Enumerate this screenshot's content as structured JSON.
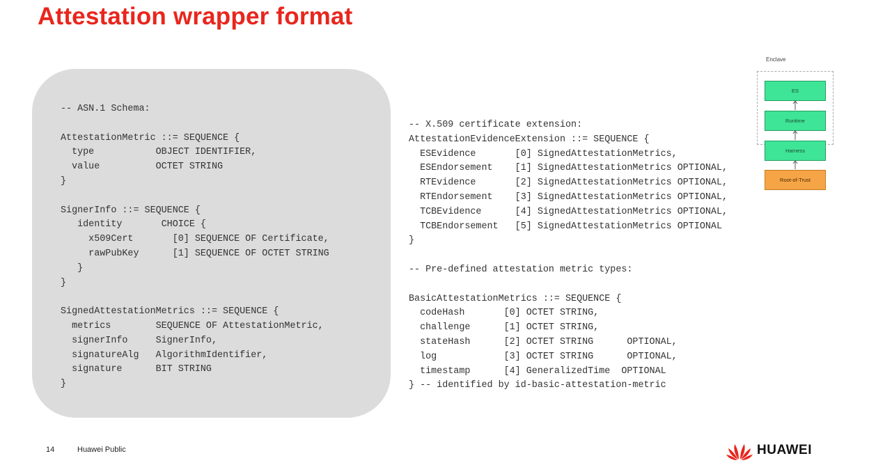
{
  "slide": {
    "title": "Attestation wrapper format",
    "page_number": "14",
    "classification": "Huawei Public"
  },
  "left_code": {
    "text": "-- ASN.1 Schema:\n\nAttestationMetric ::= SEQUENCE {\n  type           OBJECT IDENTIFIER,\n  value          OCTET STRING\n}\n\nSignerInfo ::= SEQUENCE {\n   identity       CHOICE {\n     x509Cert       [0] SEQUENCE OF Certificate,\n     rawPubKey      [1] SEQUENCE OF OCTET STRING\n   }\n}\n\nSignedAttestationMetrics ::= SEQUENCE {\n  metrics        SEQUENCE OF AttestationMetric,\n  signerInfo     SignerInfo,\n  signatureAlg   AlgorithmIdentifier,\n  signature      BIT STRING\n}"
  },
  "right_code": {
    "text": "-- X.509 certificate extension:\nAttestationEvidenceExtension ::= SEQUENCE {\n  ESEvidence       [0] SignedAttestationMetrics,\n  ESEndorsement    [1] SignedAttestationMetrics OPTIONAL,\n  RTEvidence       [2] SignedAttestationMetrics OPTIONAL,\n  RTEndorsement    [3] SignedAttestationMetrics OPTIONAL,\n  TCBEvidence      [4] SignedAttestationMetrics OPTIONAL,\n  TCBEndorsement   [5] SignedAttestationMetrics OPTIONAL\n}\n\n-- Pre-defined attestation metric types:\n\nBasicAttestationMetrics ::= SEQUENCE {\n  codeHash       [0] OCTET STRING,\n  challenge      [1] OCTET STRING,\n  stateHash      [2] OCTET STRING      OPTIONAL,\n  log            [3] OCTET STRING      OPTIONAL,\n  timestamp      [4] GeneralizedTime  OPTIONAL\n} -- identified by id-basic-attestation-metric"
  },
  "diagram": {
    "enclave_label": "Enclave",
    "blocks": {
      "es": "ES",
      "runtime": "Runtime",
      "harness": "Harness",
      "root_of_trust": "Root-of-Trust"
    },
    "colors": {
      "layer_fill": "#3ee596",
      "root_fill": "#f6a546"
    }
  },
  "branding": {
    "logo_text": "HUAWEI",
    "logo_icon": "huawei-petals-icon",
    "logo_color": "#e8261d"
  }
}
